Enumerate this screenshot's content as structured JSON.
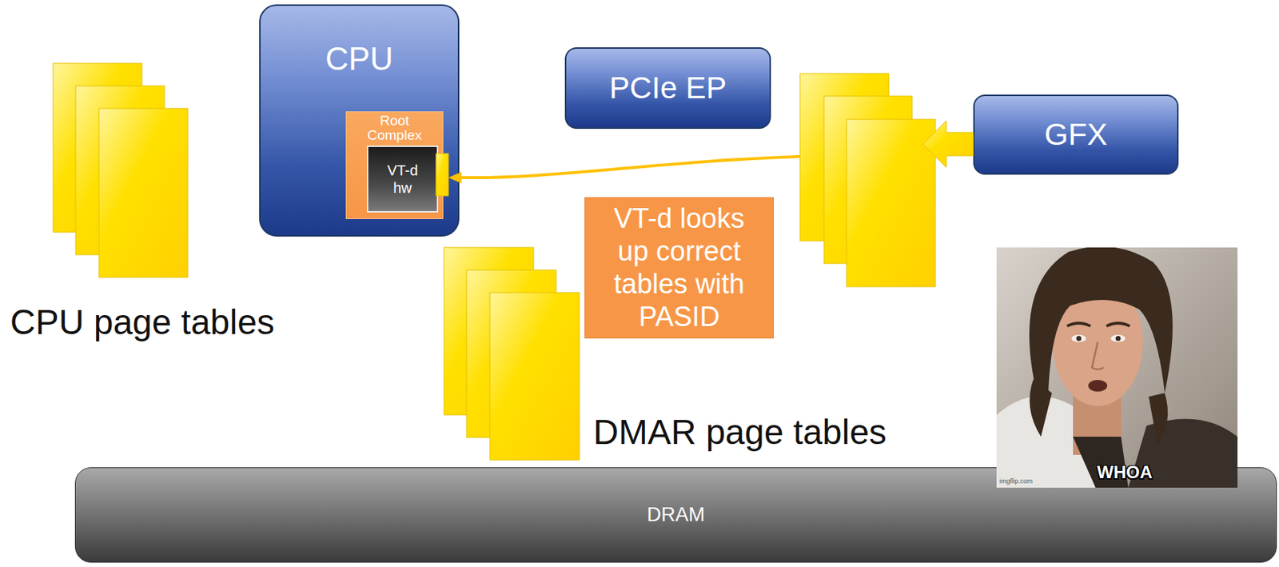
{
  "diagram": {
    "nodes": [
      {
        "text": [
          "CPU"
        ]
      },
      {
        "text": [
          "Root Complex"
        ],
        "in": 0
      },
      {
        "text": [
          "VT-d hw"
        ],
        "in": 1
      },
      {
        "text": [
          "PCIe EP"
        ]
      },
      {
        "text": [
          "GFX"
        ]
      },
      {
        "text": [
          "CPU page tables"
        ]
      },
      {
        "text": [
          "VT-d looks up correct tables with PASID"
        ]
      },
      {
        "text": [
          "DMAR page tables"
        ]
      },
      {
        "text": [
          "DRAM"
        ]
      }
    ],
    "edges": [
      {
        "from": 0,
        "to": 5,
        "arrow": "to"
      },
      {
        "from": 3,
        "to": 2,
        "arrow": "to"
      },
      {
        "from": 2,
        "to": 6,
        "arrow": "none"
      },
      {
        "from": 5,
        "to": 7,
        "arrow": "to"
      },
      {
        "from": 5,
        "to": 8,
        "arrow": "to"
      },
      {
        "from": 7,
        "to": 8,
        "arrow": "to"
      }
    ],
    "labels": [
      "WHOA",
      "imgflip.com"
    ]
  }
}
